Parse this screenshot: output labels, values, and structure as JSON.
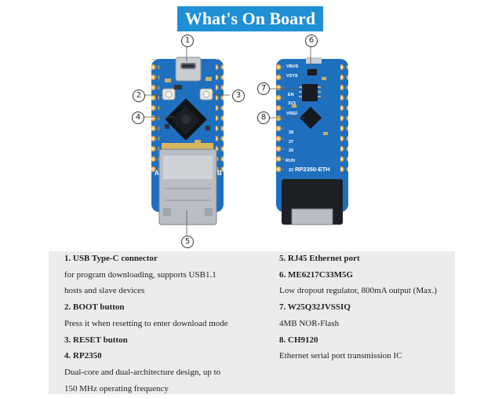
{
  "title": "What's On Board",
  "callouts": [
    "1",
    "2",
    "3",
    "4",
    "5",
    "6",
    "7",
    "8"
  ],
  "front_board": {
    "pins_left": "A",
    "pins_right": "B"
  },
  "back_board": {
    "label": "RP2350-ETH",
    "silk": [
      "VBUS",
      "VSYS",
      "EN",
      "3V3",
      "VREF",
      "28",
      "27",
      "26",
      "RUN",
      "22"
    ]
  },
  "specs": {
    "left": [
      {
        "type": "head",
        "text": "1. USB Type-C connector"
      },
      {
        "type": "body",
        "text": "for program downloading, supports USB1.1"
      },
      {
        "type": "body",
        "text": "hosts and slave devices"
      },
      {
        "type": "head",
        "text": "2. BOOT button"
      },
      {
        "type": "body",
        "text": "Press it when resetting to enter download mode"
      },
      {
        "type": "head",
        "text": "3. RESET button"
      },
      {
        "type": "head",
        "text": "4. RP2350"
      },
      {
        "type": "body",
        "text": "Dual-core and dual-architecture design, up to"
      },
      {
        "type": "body",
        "text": "150 MHz operating frequency"
      }
    ],
    "right": [
      {
        "type": "head",
        "text": "5. RJ45 Ethernet port"
      },
      {
        "type": "head",
        "text": "6. ME6217C33M5G"
      },
      {
        "type": "body",
        "text": "Low dropout regulator, 800mA output (Max.)"
      },
      {
        "type": "head",
        "text": "7. W25Q32JVSSIQ"
      },
      {
        "type": "body",
        "text": "4MB NOR-Flash"
      },
      {
        "type": "head",
        "text": "8. CH9120"
      },
      {
        "type": "body",
        "text": "Ethernet serial port transmission IC"
      }
    ]
  },
  "colors": {
    "banner": "#1f8fd6",
    "pcb": "#1f6fbf",
    "pcb_dark": "#184f8c",
    "panel": "#ececec"
  }
}
